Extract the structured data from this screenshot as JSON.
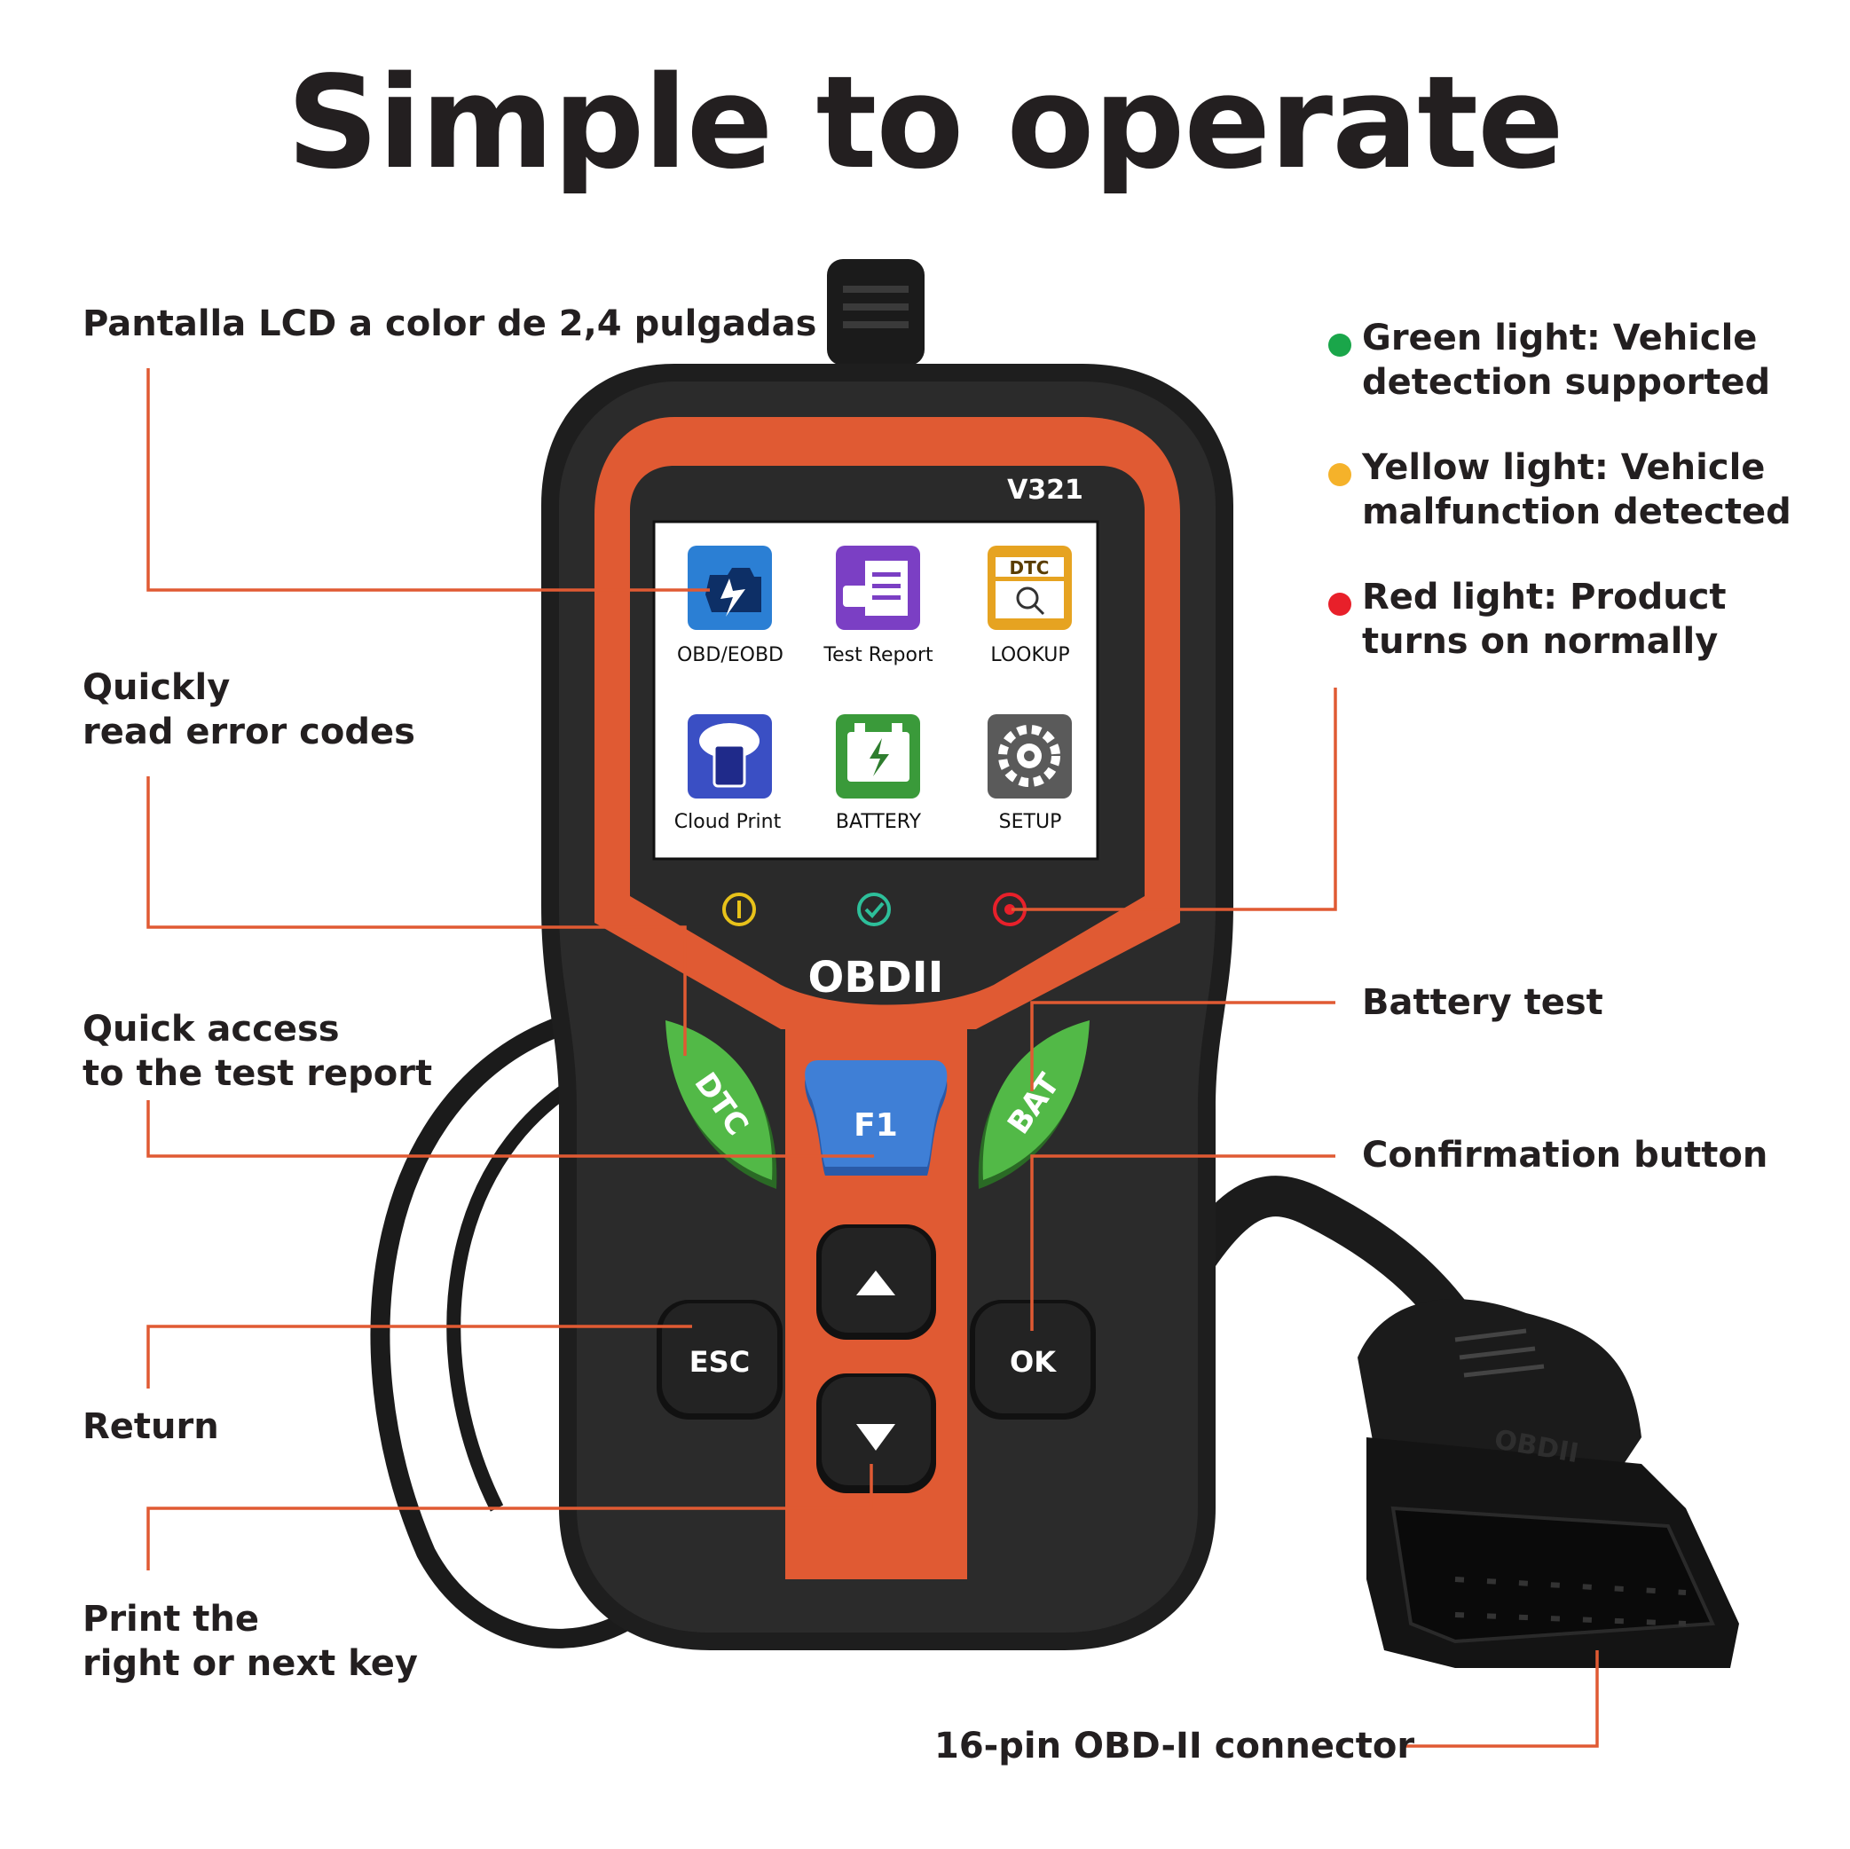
{
  "title": "Simple to operate",
  "colors": {
    "accent": "#e05a33",
    "body": "#1e1e1e",
    "green_button": "#52b947",
    "blue_button": "#3f7fd6",
    "led_green": "#1aa64a",
    "led_yellow": "#f5b22a",
    "led_red": "#e8202a"
  },
  "left_callouts": {
    "lcd": "Pantalla LCD a color de 2,4 pulgadas",
    "read_codes": [
      "Quickly",
      "read error codes"
    ],
    "test_report": [
      "Quick access",
      "to the test report"
    ],
    "return": "Return",
    "print": [
      "Print the",
      "right or next key"
    ]
  },
  "right_callouts": {
    "green": [
      "Green light: Vehicle",
      "detection supported"
    ],
    "yellow": [
      "Yellow light: Vehicle",
      "malfunction detected"
    ],
    "red": [
      "Red light: Product",
      "turns on normally"
    ],
    "battery": "Battery test",
    "confirm": "Confirmation button",
    "connector": "16-pin OBD-II connector"
  },
  "device": {
    "model": "V321",
    "brand": "OBDII",
    "connector_mark": "OBDII",
    "screen_items": [
      {
        "label": "OBD/EOBD",
        "icon": "engine-icon",
        "color": "#2b7fd4"
      },
      {
        "label": "Test Report",
        "icon": "report-icon",
        "color": "#7b3fc4"
      },
      {
        "label": "LOOKUP",
        "icon": "dtc-lookup-icon",
        "color": "#e6a321",
        "badge": "DTC"
      },
      {
        "label": "Cloud Print",
        "icon": "cloud-print-icon",
        "color": "#3a4fc4"
      },
      {
        "label": "BATTERY",
        "icon": "battery-icon",
        "color": "#3a9a3a"
      },
      {
        "label": "SETUP",
        "icon": "gear-icon",
        "color": "#5a5a5a"
      }
    ],
    "buttons": {
      "dtc": "DTC",
      "f1": "F1",
      "bat": "BAT",
      "esc": "ESC",
      "ok": "OK"
    }
  }
}
